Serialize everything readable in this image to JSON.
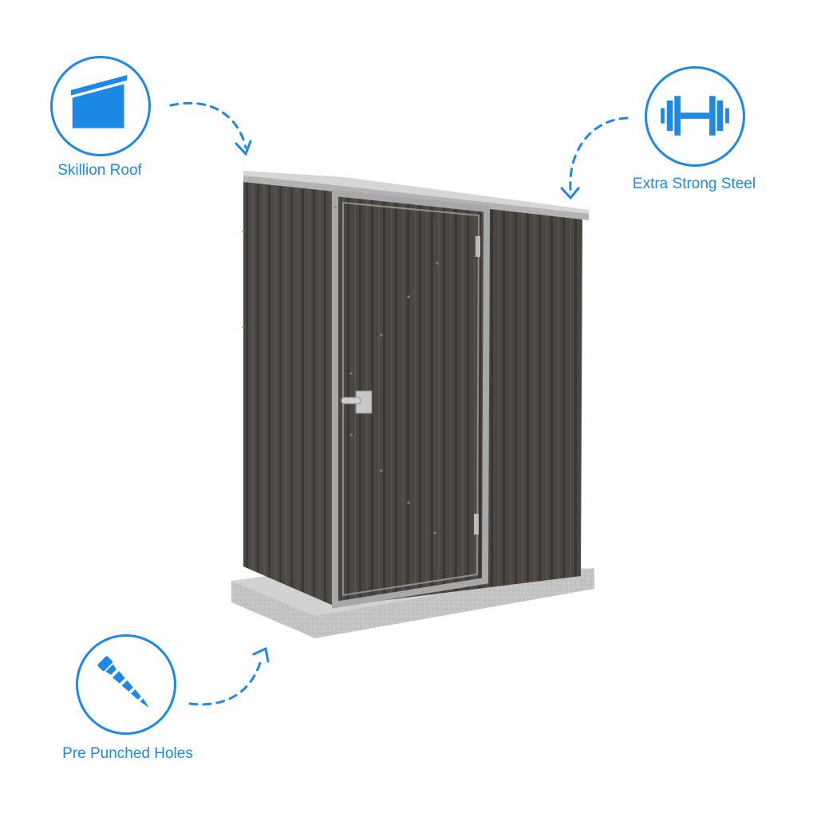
{
  "features": {
    "roof": {
      "label": "Skillion Roof",
      "icon": "skillion-roof-icon"
    },
    "steel": {
      "label": "Extra Strong Steel",
      "icon": "dumbbell-icon"
    },
    "holes": {
      "label": "Pre Punched Holes",
      "icon": "screw-icon"
    }
  },
  "product": {
    "image": "garden-shed-image"
  },
  "colors": {
    "accent": "#1e88e5",
    "shed_body": "#4a4642",
    "frame": "#a6a6a6",
    "base": "#c9c9c9",
    "background": "#ffffff"
  }
}
